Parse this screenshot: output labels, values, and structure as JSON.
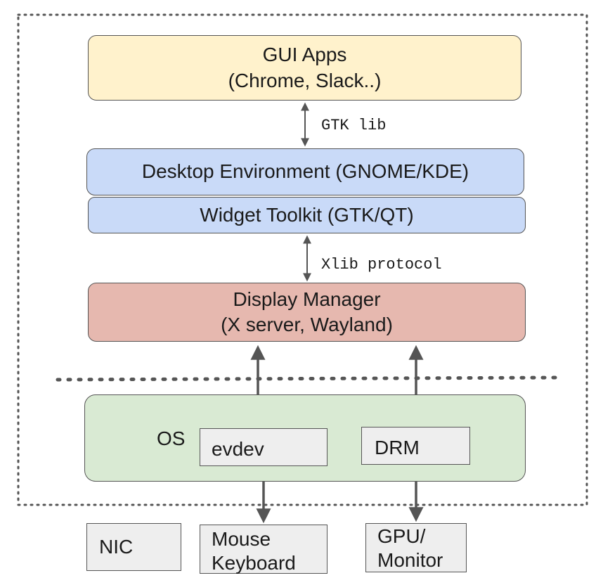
{
  "layers": {
    "gui_apps": {
      "line1": "GUI Apps",
      "line2": "(Chrome, Slack..)"
    },
    "desktop_environment": "Desktop Environment (GNOME/KDE)",
    "widget_toolkit": "Widget Toolkit (GTK/QT)",
    "display_manager": {
      "line1": "Display Manager",
      "line2": "(X server, Wayland)"
    },
    "os": {
      "label": "OS",
      "evdev": "evdev",
      "drm": "DRM"
    }
  },
  "protocols": {
    "gtk": "GTK lib",
    "xlib": "Xlib protocol"
  },
  "devices": {
    "nic": "NIC",
    "mouse_keyboard": {
      "line1": "Mouse",
      "line2": "Keyboard"
    },
    "gpu_monitor": {
      "line1": "GPU/",
      "line2": "Monitor"
    }
  },
  "colors": {
    "gui_apps_fill": "#fff2cc",
    "toolkit_fill": "#c9daf8",
    "display_manager_fill": "#e6b8af",
    "os_fill": "#d9ead3",
    "device_fill": "#eeeeee",
    "border": "#555555"
  }
}
